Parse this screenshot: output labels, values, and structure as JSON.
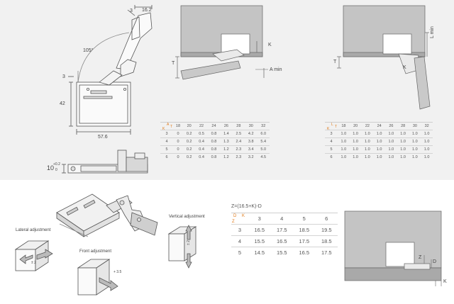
{
  "hinge_top": {
    "dim_16_2": "16.2",
    "dim_3_top": "3",
    "angle": "105°",
    "dim_3_mid": "3",
    "dim_42": "42",
    "dim_57_6": "57.6",
    "dim_10": "10",
    "tol_plus": "+0.2",
    "tol_zero": "0"
  },
  "diagram_left": {
    "label_t": "T",
    "label_k": "K",
    "label_amin": "A min"
  },
  "diagram_right": {
    "label_t": "T",
    "label_k": "K",
    "label_lmin": "L min"
  },
  "table_a": {
    "corner_top": "A",
    "corner_right": "T",
    "corner_left": "K",
    "headers": [
      "18",
      "20",
      "22",
      "24",
      "26",
      "28",
      "30",
      "32"
    ],
    "rows": [
      {
        "k": "3",
        "v": [
          "0",
          "0.2",
          "0.5",
          "0.8",
          "1.4",
          "2.5",
          "4.2",
          "6.0"
        ]
      },
      {
        "k": "4",
        "v": [
          "0",
          "0.2",
          "0.4",
          "0.8",
          "1.3",
          "2.4",
          "3.8",
          "5.4"
        ]
      },
      {
        "k": "5",
        "v": [
          "0",
          "0.2",
          "0.4",
          "0.8",
          "1.2",
          "2.3",
          "3.4",
          "5.0"
        ]
      },
      {
        "k": "6",
        "v": [
          "0",
          "0.2",
          "0.4",
          "0.8",
          "1.2",
          "2.3",
          "3.2",
          "4.5"
        ]
      }
    ]
  },
  "table_l": {
    "corner_top": "L",
    "corner_right": "T",
    "corner_left": "K",
    "headers": [
      "18",
      "20",
      "22",
      "24",
      "26",
      "28",
      "30",
      "32"
    ],
    "rows": [
      {
        "k": "3",
        "v": [
          "1.0",
          "1.0",
          "1.0",
          "1.0",
          "1.0",
          "1.0",
          "1.0",
          "1.0"
        ]
      },
      {
        "k": "4",
        "v": [
          "1.0",
          "1.0",
          "1.0",
          "1.0",
          "1.0",
          "1.0",
          "1.0",
          "1.0"
        ]
      },
      {
        "k": "5",
        "v": [
          "1.0",
          "1.0",
          "1.0",
          "1.0",
          "1.0",
          "1.0",
          "1.0",
          "1.0"
        ]
      },
      {
        "k": "6",
        "v": [
          "1.0",
          "1.0",
          "1.0",
          "1.0",
          "1.0",
          "1.0",
          "1.0",
          "1.0"
        ]
      }
    ]
  },
  "adjustment": {
    "lateral": "Lateral adjustment",
    "vertical": "Vertical adjustment",
    "front": "Front adjustment",
    "lateral_value": "± 2",
    "vertical_value": "± 2",
    "front_value": "+ 3.5"
  },
  "formula": "Z=(16.5+K)-D",
  "table_z": {
    "corner_d": "D",
    "corner_k": "K",
    "corner_z": "Z",
    "headers": [
      "3",
      "4",
      "5",
      "6"
    ],
    "rows": [
      {
        "k": "3",
        "v": [
          "16.5",
          "17.5",
          "18.5",
          "19.5"
        ]
      },
      {
        "k": "4",
        "v": [
          "15.5",
          "16.5",
          "17.5",
          "18.5"
        ]
      },
      {
        "k": "5",
        "v": [
          "14.5",
          "15.5",
          "16.5",
          "17.5"
        ]
      }
    ]
  },
  "diagram_z": {
    "label_z": "Z",
    "label_d": "D",
    "label_k": "K"
  }
}
